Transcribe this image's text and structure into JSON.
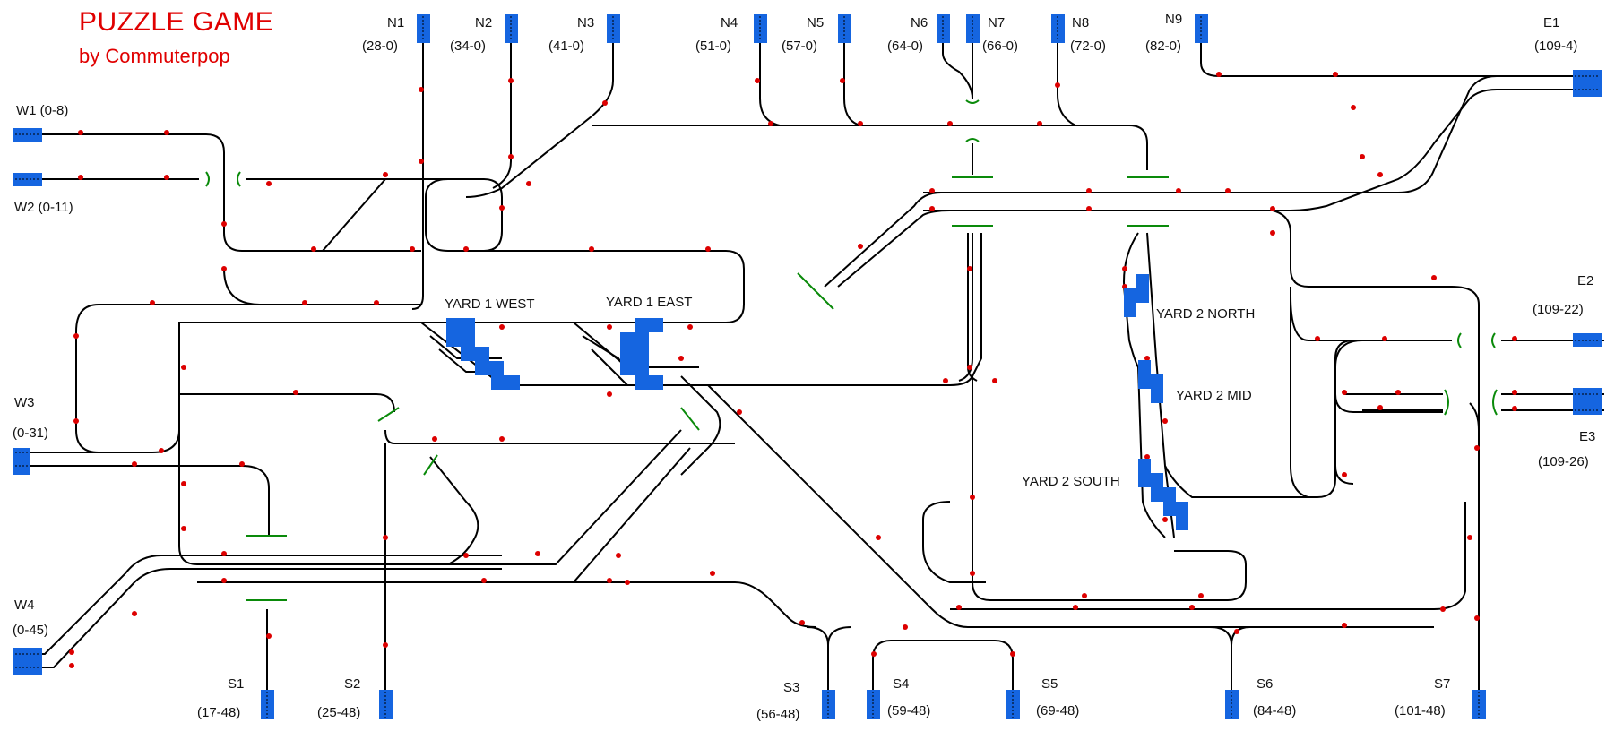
{
  "header": {
    "title": "PUZZLE GAME",
    "subtitle": "by Commuterpop"
  },
  "colors": {
    "track": "#000000",
    "signal": "#dd0000",
    "portal": "#1565e0",
    "end_bumper": "#0a8a0a",
    "title": "#e00000"
  },
  "north": [
    {
      "name": "N1",
      "coord": "(28-0)"
    },
    {
      "name": "N2",
      "coord": "(34-0)"
    },
    {
      "name": "N3",
      "coord": "(41-0)"
    },
    {
      "name": "N4",
      "coord": "(51-0)"
    },
    {
      "name": "N5",
      "coord": "(57-0)"
    },
    {
      "name": "N6",
      "coord": "(64-0)"
    },
    {
      "name": "N7",
      "coord": "(66-0)"
    },
    {
      "name": "N8",
      "coord": "(72-0)"
    },
    {
      "name": "N9",
      "coord": "(82-0)"
    }
  ],
  "south": [
    {
      "name": "S1",
      "coord": "(17-48)"
    },
    {
      "name": "S2",
      "coord": "(25-48)"
    },
    {
      "name": "S3",
      "coord": "(56-48)"
    },
    {
      "name": "S4",
      "coord": "(59-48)"
    },
    {
      "name": "S5",
      "coord": "(69-48)"
    },
    {
      "name": "S6",
      "coord": "(84-48)"
    },
    {
      "name": "S7",
      "coord": "(101-48)"
    }
  ],
  "west": [
    {
      "name": "W1",
      "coord": "(0-8)"
    },
    {
      "name": "W2",
      "coord": "(0-11)"
    },
    {
      "name": "W3",
      "coord": "(0-31)"
    },
    {
      "name": "W4",
      "coord": "(0-45)"
    }
  ],
  "east": [
    {
      "name": "E1",
      "coord": "(109-4)"
    },
    {
      "name": "E2",
      "coord": "(109-22)"
    },
    {
      "name": "E3",
      "coord": "(109-26)"
    }
  ],
  "yards": {
    "yard1_west": "YARD 1 WEST",
    "yard1_east": "YARD 1 EAST",
    "yard2_north": "YARD 2 NORTH",
    "yard2_mid": "YARD 2 MID",
    "yard2_south": "YARD 2 SOUTH"
  }
}
